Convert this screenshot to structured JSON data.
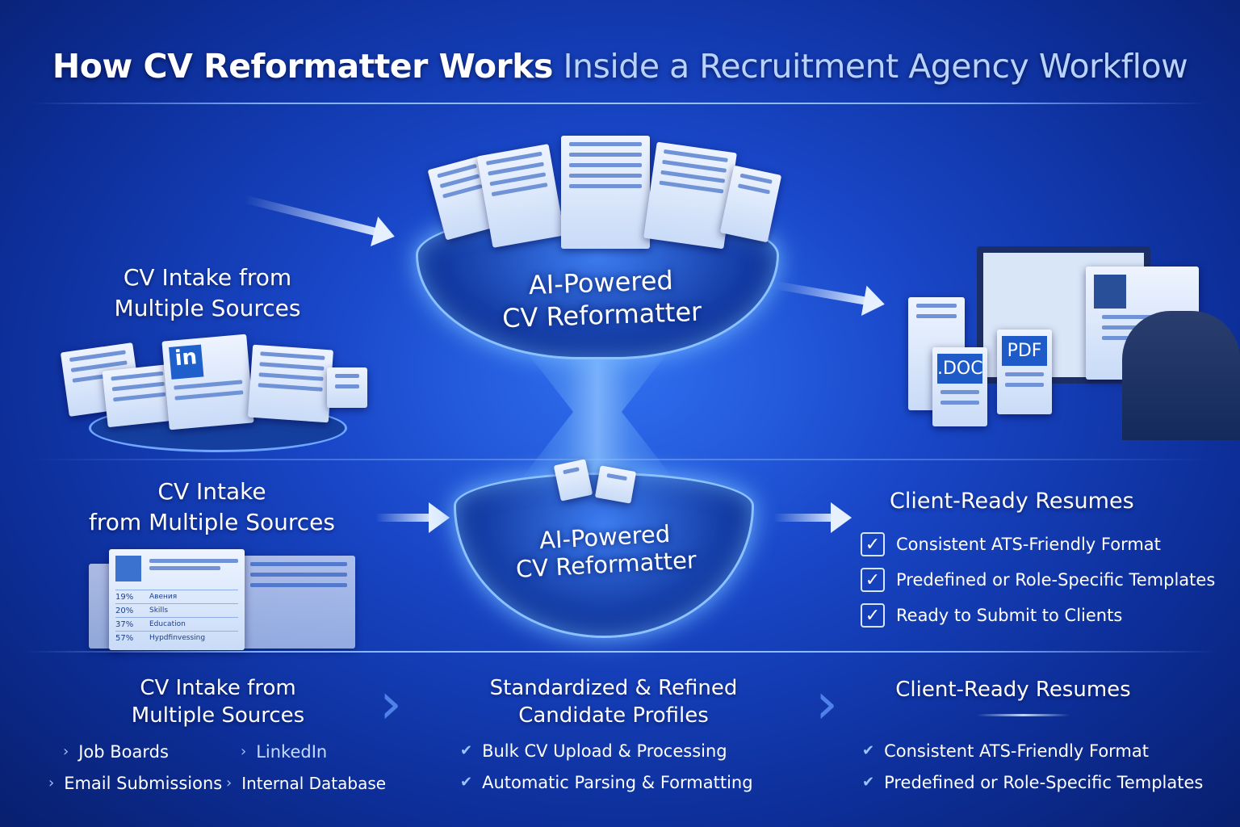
{
  "title": {
    "part1": "How CV Reformatter Works",
    "part2": " Inside a Recruitment Agency Workflow"
  },
  "top": {
    "left_heading_line1": "CV Intake from",
    "left_heading_line2": "Multiple Sources",
    "funnel_line1": "AI-Powered",
    "funnel_line2": "CV Reformatter",
    "linkedin_logo": "in",
    "doc_label": ".DOC",
    "pdf_label": "PDF"
  },
  "middle": {
    "left_heading_line1": "CV Intake",
    "left_heading_line2": "from Multiple Sources",
    "doc_rows": [
      {
        "pct": "19%",
        "label": "Aвения"
      },
      {
        "pct": "20%",
        "label": "Skills"
      },
      {
        "pct": "37%",
        "label": "Education"
      },
      {
        "pct": "57%",
        "label": "Hypdfinvessing"
      }
    ],
    "funnel_line1": "AI-Powered",
    "funnel_line2": "CV Reformatter",
    "right_heading": "Client-Ready Resumes",
    "checklist": [
      "Consistent ATS-Friendly Format",
      "Predefined or Role-Specific Templates",
      "Ready to Submit to Clients"
    ]
  },
  "bottom": {
    "col1": {
      "line1": "CV Intake from",
      "line2": "Multiple Sources",
      "items": [
        "Job Boards",
        "LinkedIn",
        "Email Submissions",
        "Internal Database"
      ]
    },
    "col2": {
      "line1": "Standardized & Refined",
      "line2": "Candidate Profiles",
      "items": [
        "Bulk CV Upload & Processing",
        "Automatic Parsing & Formatting"
      ]
    },
    "col3": {
      "line1": "Client-Ready Resumes",
      "items": [
        "Consistent ATS-Friendly Format",
        "Predefined or Role-Specific Templates"
      ]
    }
  },
  "colors": {
    "accent": "#9cc4ff",
    "bg_dark": "#081f6e",
    "bg_mid": "#1947c8"
  }
}
